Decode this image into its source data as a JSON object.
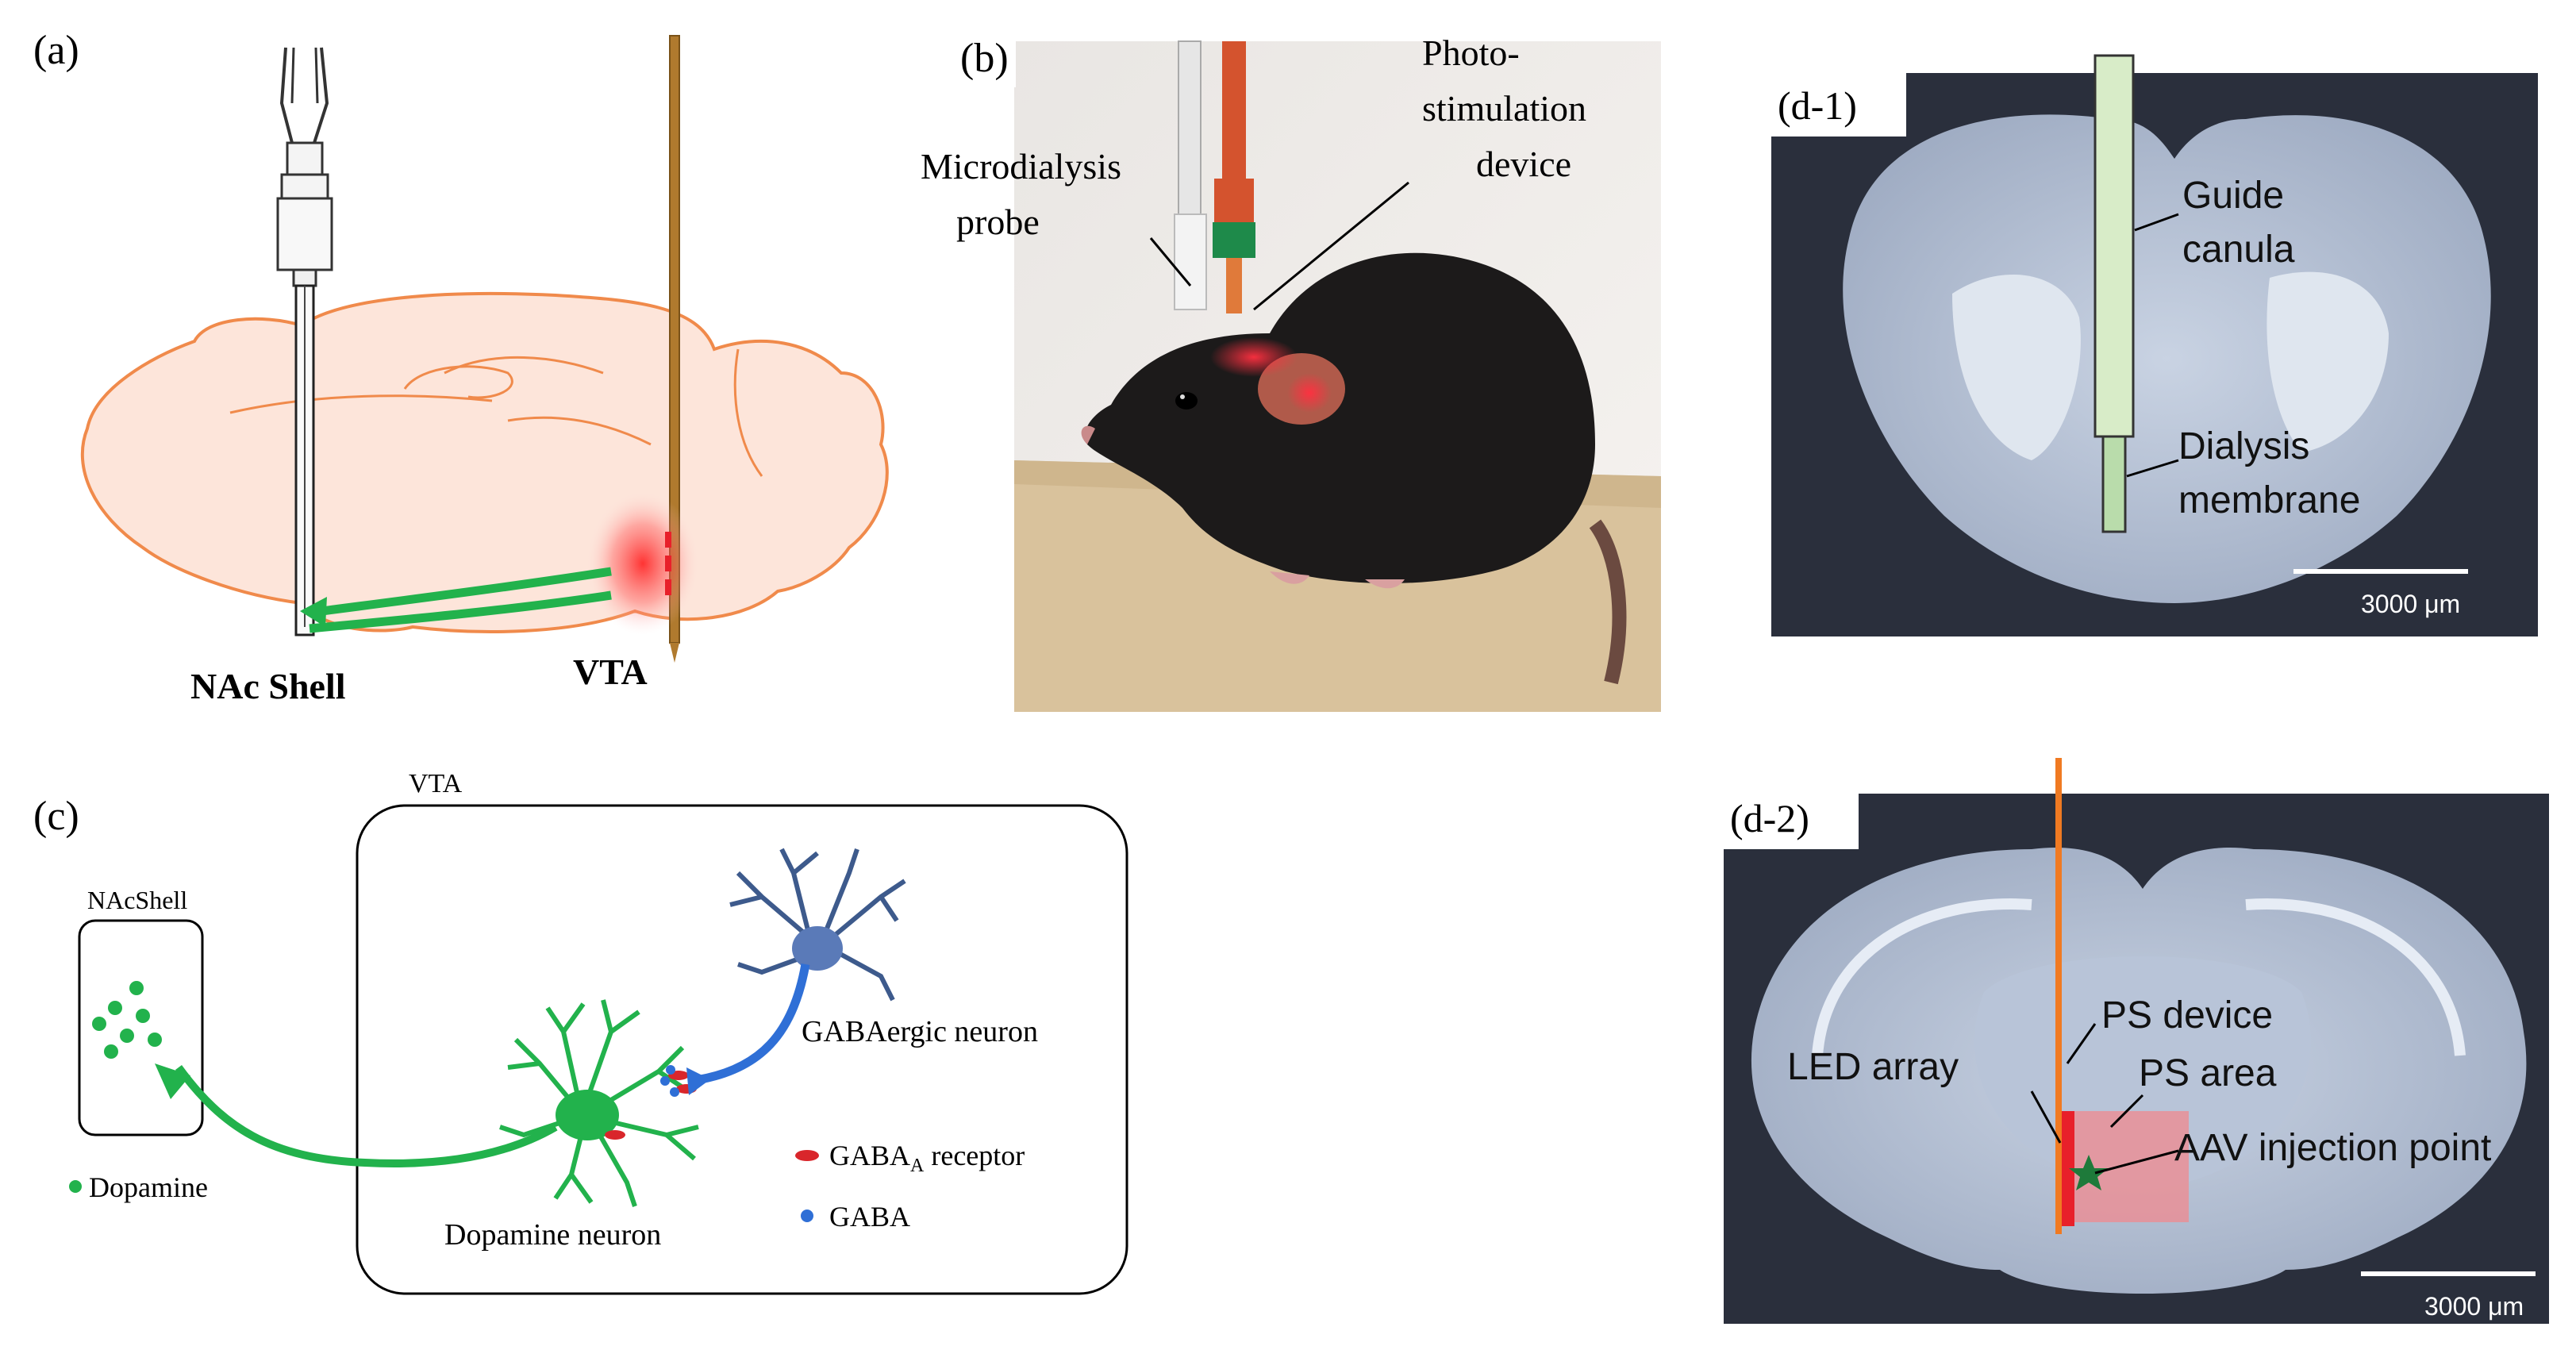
{
  "panel_a": {
    "label": "(a)",
    "nac_label": "NAc Shell",
    "vta_label": "VTA",
    "colors": {
      "brain_fill": "#fde5da",
      "brain_stroke": "#f08a4b",
      "pathway": "#22b24c",
      "light": "#e8202a",
      "fiber": "#b07a2e"
    }
  },
  "panel_b": {
    "label": "(b)",
    "probe_label_line1": "Microdialysis",
    "probe_label_line2": "probe",
    "device_label_line1": "Photo-",
    "device_label_line2": "stimulation",
    "device_label_line3": "device"
  },
  "panel_c": {
    "label": "(c)",
    "nac_box_label": "NAcShell",
    "vta_box_label": "VTA",
    "dopamine_legend": "Dopamine",
    "dopamine_neuron": "Dopamine neuron",
    "gaba_neuron": "GABAergic neuron",
    "receptor_legend_main": "GABA",
    "receptor_legend_sub": "A",
    "receptor_legend_tail": " receptor",
    "gaba_legend": "GABA",
    "colors": {
      "dopamine": "#22b24c",
      "gaba_neuron": "#3d5a8c",
      "gaba_axon": "#2f6fd6",
      "receptor": "#d9262b",
      "gaba_dot": "#2f6fd6"
    }
  },
  "panel_d1": {
    "label": "(d-1)",
    "guide_line1": "Guide",
    "guide_line2": "canula",
    "membrane_line1": "Dialysis",
    "membrane_line2": "membrane",
    "scale": "3000 μm"
  },
  "panel_d2": {
    "label": "(d-2)",
    "ps_device": "PS device",
    "led_array": "LED array",
    "ps_area": "PS area",
    "aav_point": "AAV injection point",
    "scale": "3000 μm",
    "colors": {
      "device": "#f07a22",
      "led": "#e8202a",
      "ps_area": "#f08a8f",
      "star": "#1e7a3a"
    }
  }
}
